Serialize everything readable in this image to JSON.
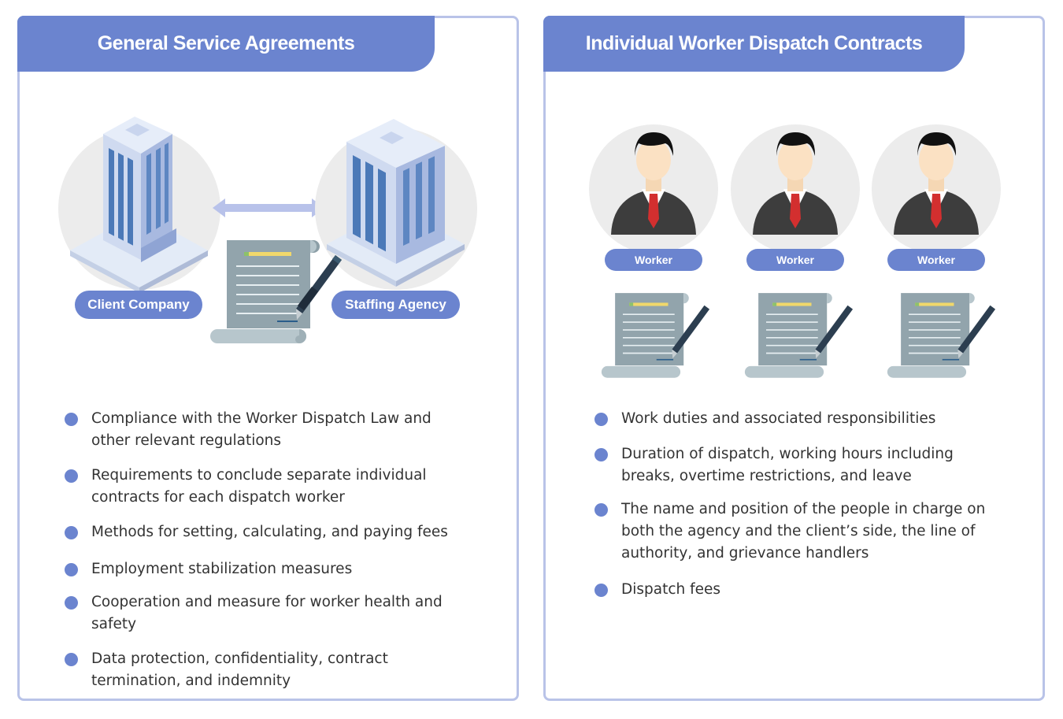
{
  "left": {
    "title": "General Service Agreements",
    "client_label": "Client Company",
    "agency_label": "Staffing Agency",
    "bullets": [
      "Compliance with the Worker Dispatch Law and other relevant regulations",
      "Requirements to conclude separate individual contracts for each dispatch worker",
      "Methods for setting, calculating, and paying fees",
      "Employment stabilization measures",
      "Cooperation and measure for worker health and safety",
      "Data protection, confidentiality, contract termination, and indemnity"
    ]
  },
  "right": {
    "title": "Individual Worker Dispatch Contracts",
    "workers": [
      "Worker",
      "Worker",
      "Worker"
    ],
    "bullets": [
      "Work duties and associated responsibilities",
      "Duration of dispatch, working hours including breaks, overtime restrictions, and leave",
      "The name and position of the people in charge on both the agency and the client’s side, the line of authority, and grievance handlers",
      "Dispatch fees"
    ]
  },
  "colors": {
    "accent": "#6b84cf",
    "border": "#b9c3e8",
    "circle": "#ececec"
  },
  "icons": [
    "building-icon",
    "double-arrow-icon",
    "contract-scroll-icon",
    "pen-icon",
    "worker-avatar-icon"
  ]
}
